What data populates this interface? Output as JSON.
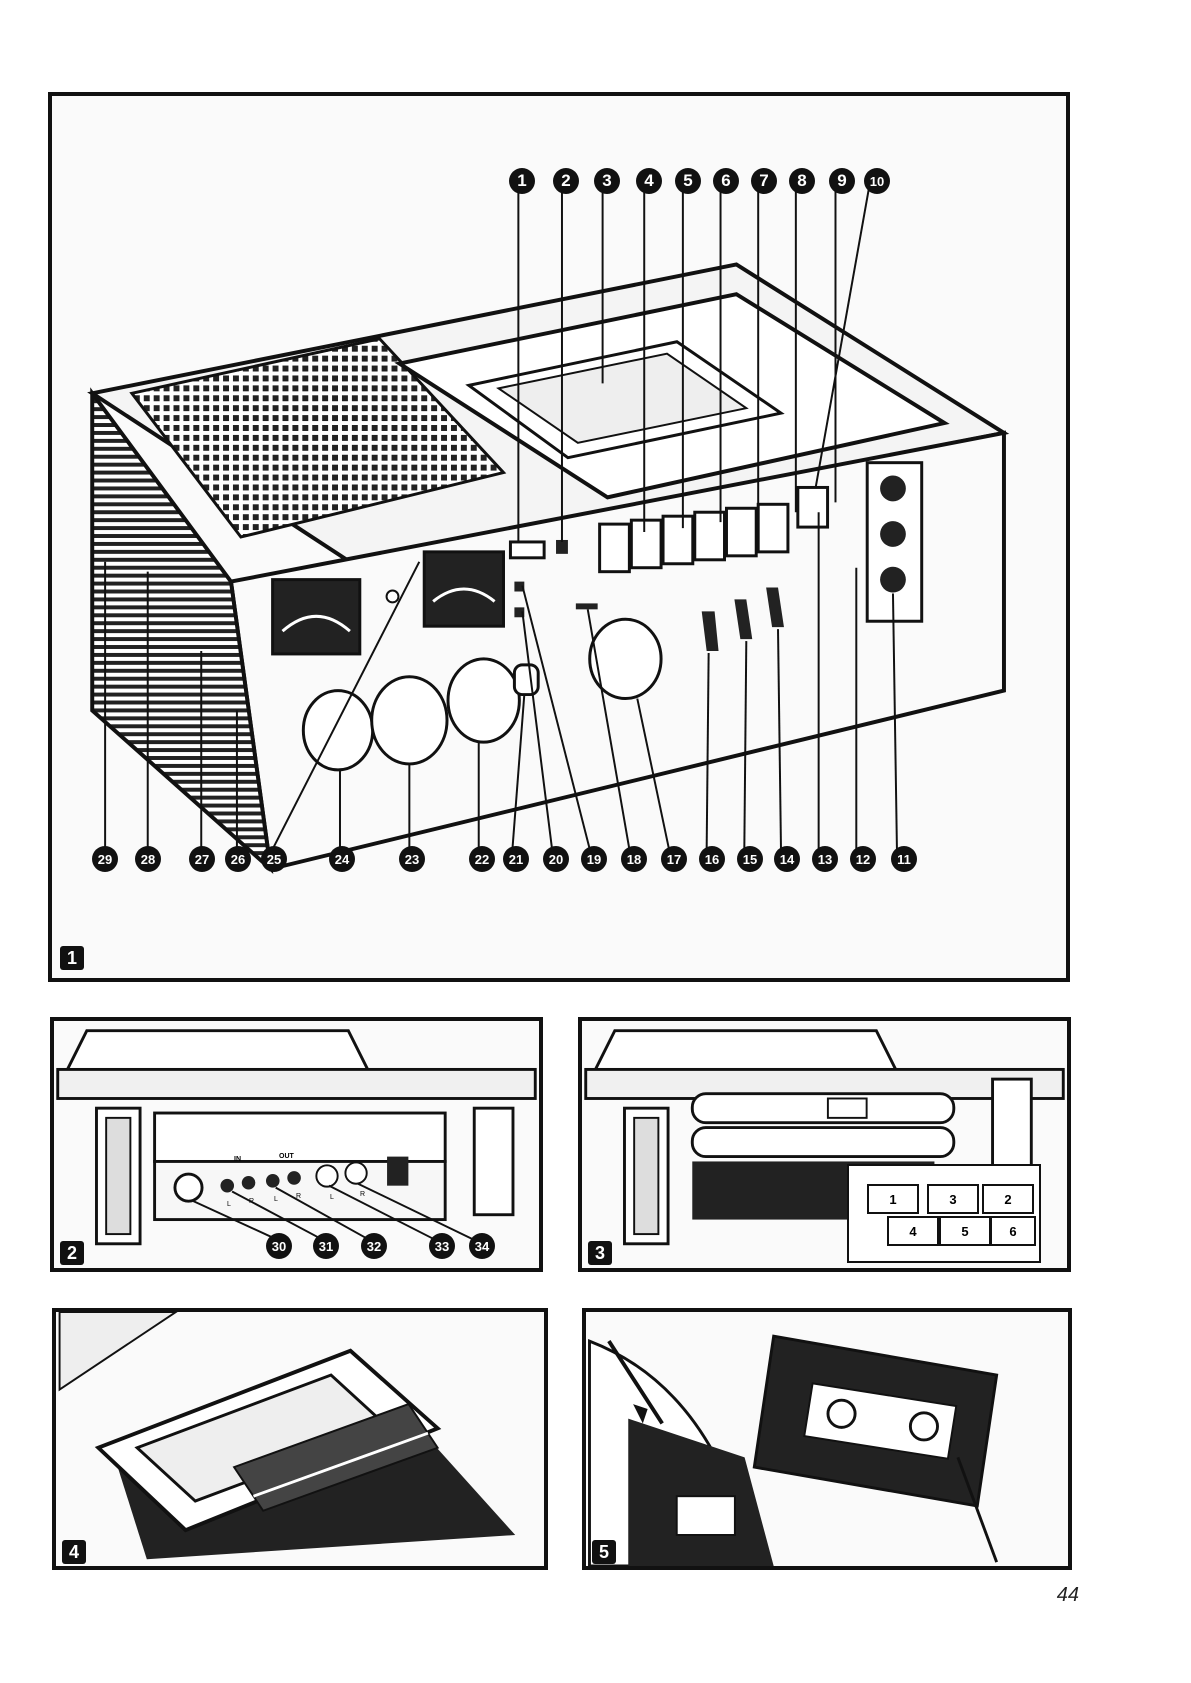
{
  "page_number": "44",
  "figures": [
    {
      "label": "1"
    },
    {
      "label": "2"
    },
    {
      "label": "3"
    },
    {
      "label": "4"
    },
    {
      "label": "5"
    }
  ],
  "fig1_callouts_top": [
    "1",
    "2",
    "3",
    "4",
    "5",
    "6",
    "7",
    "8",
    "9",
    "10"
  ],
  "fig1_callouts_bottom": [
    "29",
    "28",
    "27",
    "26",
    "25",
    "24",
    "23",
    "22",
    "21",
    "20",
    "19",
    "18",
    "17",
    "16",
    "15",
    "14",
    "13",
    "12",
    "11"
  ],
  "fig2_callouts": [
    "30",
    "31",
    "32",
    "33",
    "34"
  ],
  "fig2_jack_labels": {
    "in": "IN",
    "out": "OUT",
    "l1": "L",
    "r1": "R",
    "l2": "L",
    "r2": "R",
    "l3": "L",
    "r3": "R"
  },
  "fig3_battery_slots": [
    "1",
    "3",
    "2",
    "4",
    "5",
    "6"
  ]
}
